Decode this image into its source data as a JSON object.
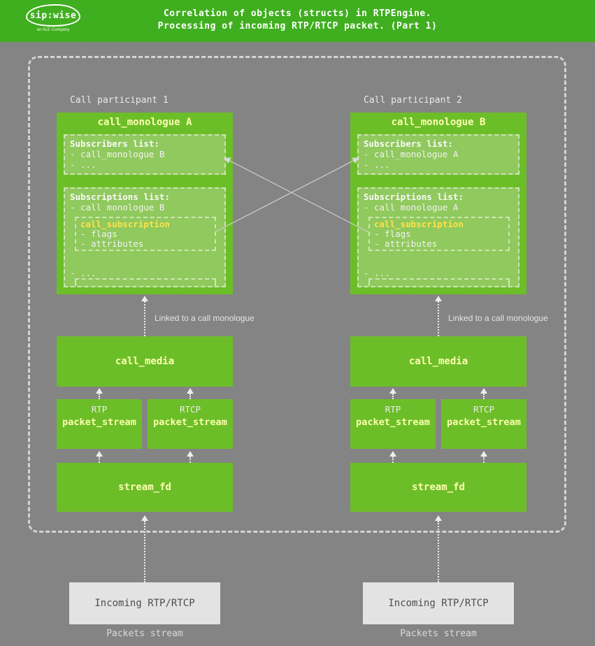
{
  "header": {
    "title_line1": "Correlation of objects (structs) in RTPEngine.",
    "title_line2": "Processing of incoming RTP/RTCP packet. (Part 1)",
    "logo_brand": "sip:wise",
    "logo_sub": "an ALE Company"
  },
  "colors": {
    "header_green": "#3fae1f",
    "box_green": "#6cbe28",
    "inner_green": "#90c95d",
    "title_yellow": "#feffb0",
    "subscription_yellow": "#ffe24a",
    "background_gray": "#848484"
  },
  "participants": [
    {
      "label": "Call participant 1",
      "monologue_title": "call_monologue A",
      "subscribers_title": "Subscribers list:",
      "subscribers_item1": "- call_monologue B",
      "subscribers_item2": "- ...",
      "subscriptions_title": "Subscriptions list:",
      "subscriptions_item": "- call monologue B",
      "subscription_title": "call_subscription",
      "subscription_item1": "- flags",
      "subscription_item2": "- attributes",
      "subscriptions_more": "- ...",
      "linked_label": "Linked to a call monologue",
      "call_media_label": "call_media",
      "rtp_label": "RTP",
      "rtcp_label": "RTCP",
      "packet_stream_label": "packet_stream",
      "stream_fd_label": "stream_fd",
      "incoming_label": "Incoming RTP/RTCP",
      "packets_stream_label": "Packets stream"
    },
    {
      "label": "Call participant 2",
      "monologue_title": "call_monologue B",
      "subscribers_title": "Subscribers list:",
      "subscribers_item1": "- call_monologue A",
      "subscribers_item2": "- ...",
      "subscriptions_title": "Subscriptions list:",
      "subscriptions_item": "- call monologue A",
      "subscription_title": "call_subscription",
      "subscription_item1": "- flags",
      "subscription_item2": "- attributes",
      "subscriptions_more": "- ...",
      "linked_label": "Linked to a call monologue",
      "call_media_label": "call_media",
      "rtp_label": "RTP",
      "rtcp_label": "RTCP",
      "packet_stream_label": "packet_stream",
      "stream_fd_label": "stream_fd",
      "incoming_label": "Incoming RTP/RTCP",
      "packets_stream_label": "Packets stream"
    }
  ]
}
